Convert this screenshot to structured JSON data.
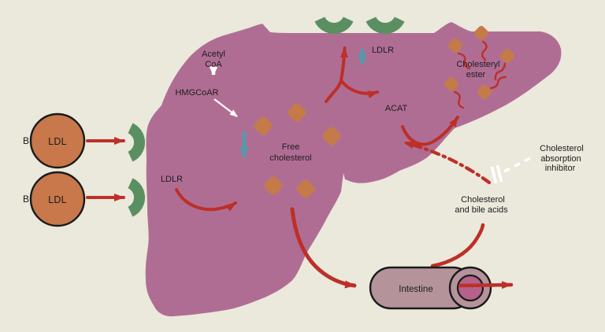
{
  "colors": {
    "background": "#ebe8dc",
    "liver": "#b06d94",
    "receptor_green": "#5a8f62",
    "ldl_orange": "#c8784a",
    "cholesterol_orange": "#c57b47",
    "arrow_red": "#bd2f27",
    "arrow_teal": "#5898a8",
    "arrow_white": "#ffffff",
    "intestine_body": "#b4939b",
    "intestine_lumen": "#b5618c",
    "outline_black": "#1a1a1a",
    "text": "#1c1c1c"
  },
  "labels": {
    "acetyl_coa_line1": "Acetyl",
    "acetyl_coa_line2": "CoA",
    "hmgcoar": "HMGCoAR",
    "free_cholesterol_line1": "Free",
    "free_cholesterol_line2": "cholesterol",
    "ldlr_left": "LDLR",
    "ldlr_top": "LDLR",
    "acat": "ACAT",
    "cholesteryl_ester_line1": "Cholesteryl",
    "cholesteryl_ester_line2": "ester",
    "cholesterol_bile_line1": "Cholesterol",
    "cholesterol_bile_line2": "and bile acids",
    "inhibitor_line1": "Cholesterol",
    "inhibitor_line2": "absorption",
    "inhibitor_line3": "inhibitor",
    "intestine": "Intestine",
    "ldl_top": "LDL",
    "ldl_bottom": "LDL",
    "apo_b_top": "B",
    "apo_b_bottom": "B"
  }
}
